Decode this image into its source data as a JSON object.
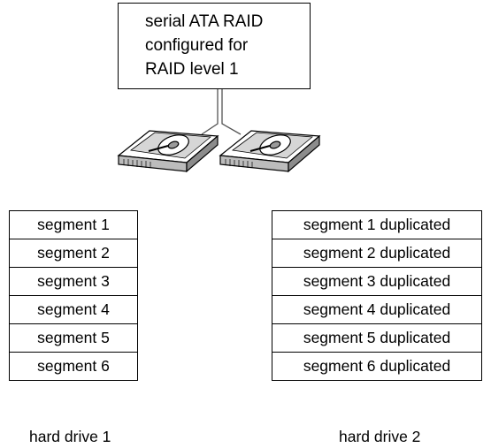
{
  "controller": {
    "lines": [
      "serial ATA RAID",
      "configured for",
      "RAID level 1"
    ]
  },
  "drives": [
    {
      "caption": "hard drive 1",
      "segments": [
        "segment 1",
        "segment 2",
        "segment 3",
        "segment 4",
        "segment 5",
        "segment 6"
      ]
    },
    {
      "caption": "hard drive 2",
      "segments": [
        "segment 1 duplicated",
        "segment 2 duplicated",
        "segment 3 duplicated",
        "segment 4 duplicated",
        "segment 5 duplicated",
        "segment 6 duplicated"
      ]
    }
  ]
}
